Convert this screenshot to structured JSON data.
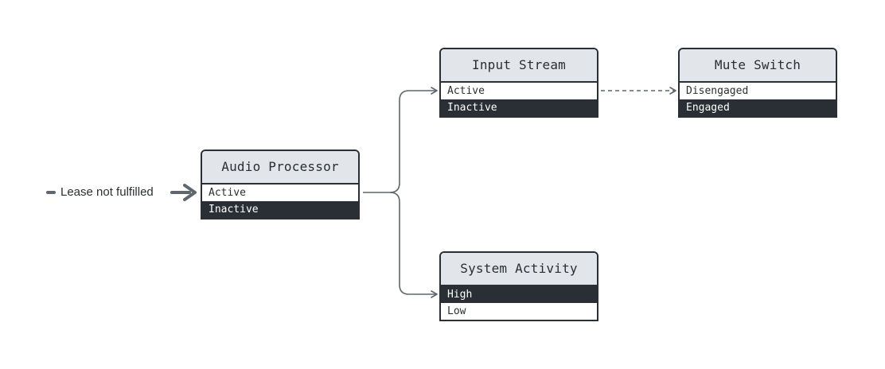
{
  "entry": {
    "label": "Lease not fulfilled"
  },
  "nodes": {
    "audio_processor": {
      "title": "Audio Processor",
      "states": [
        "Active",
        "Inactive"
      ],
      "current": "Inactive"
    },
    "input_stream": {
      "title": "Input Stream",
      "states": [
        "Active",
        "Inactive"
      ],
      "current": "Inactive"
    },
    "mute_switch": {
      "title": "Mute Switch",
      "states": [
        "Disengaged",
        "Engaged"
      ],
      "current": "Engaged"
    },
    "system_activity": {
      "title": "System Activity",
      "states": [
        "High",
        "Low"
      ],
      "current": "High"
    }
  },
  "edges": [
    {
      "from": "audio_processor.Active",
      "to": "input_stream.Active",
      "style": "solid"
    },
    {
      "from": "audio_processor.Active",
      "to": "system_activity.High",
      "style": "solid"
    },
    {
      "from": "input_stream.Active",
      "to": "mute_switch.Disengaged",
      "style": "dashed"
    }
  ],
  "colors": {
    "ink": "#2a2f35",
    "header": "#e2e5e9",
    "connector": "#5f666d",
    "background": "#ffffff"
  }
}
